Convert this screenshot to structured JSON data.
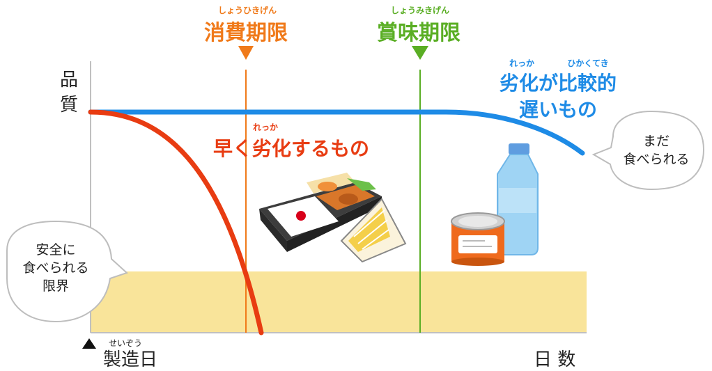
{
  "colors": {
    "expiry": "#f07a1a",
    "best_before": "#5aae24",
    "slow": "#1e8be6",
    "fast": "#e83c12",
    "safe_band": "#f9e49a",
    "axis": "#bbbbbb",
    "text": "#222222"
  },
  "labels": {
    "expiry_ruby": "しょうひきげん",
    "expiry": "消費期限",
    "best_before_ruby": "しょうみきげん",
    "best_before": "賞味期限",
    "quality_1": "品",
    "quality_2": "質",
    "slow_ruby_1": "れっか",
    "slow_ruby_2": "ひかくてき",
    "slow_line1": "劣化が比較的",
    "slow_line2": "遅いもの",
    "fast_ruby": "れっか",
    "fast": "早く劣化するもの",
    "bubble_right_1": "まだ",
    "bubble_right_2": "食べられる",
    "bubble_left_1": "安全に",
    "bubble_left_2": "食べられる",
    "bubble_left_3": "限界",
    "mfg_ruby": "せいぞう",
    "mfg": "製造日",
    "days": "日 数"
  },
  "icons": {
    "bento": "bento-box-icon",
    "sandwich": "sandwich-icon",
    "bottle": "water-bottle-icon",
    "can": "canned-food-icon"
  }
}
